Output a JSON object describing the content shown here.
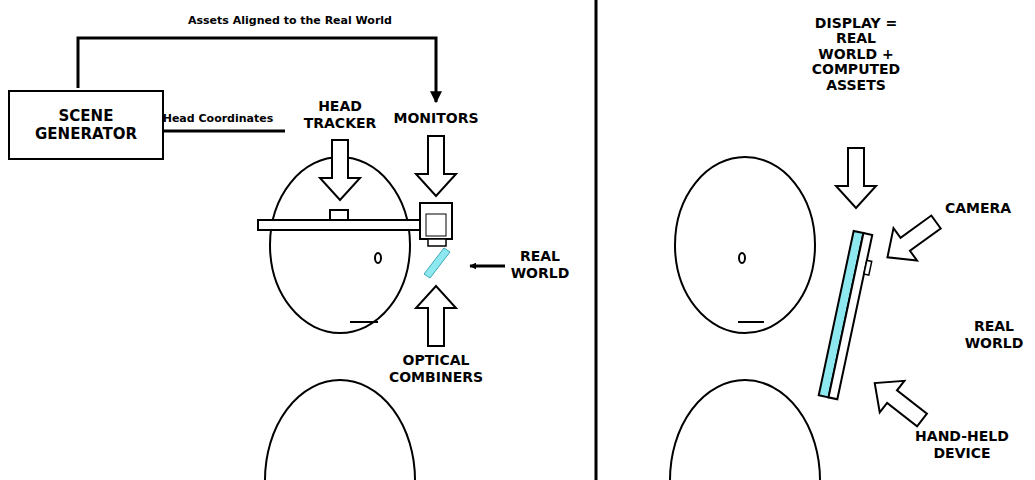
{
  "diagram": {
    "nodes": [
      {
        "text": [
          "SCENE GENERATOR"
        ]
      }
    ],
    "labels": [
      "Assets Aligned to the Real World",
      "Head Coordinates",
      "HEAD TRACKER",
      "MONITORS",
      "REAL WORLD",
      "OPTICAL COMBINERS",
      "DISPLAY = REAL WORLD + COMPUTED ASSETS",
      "CAMERA",
      "REAL WORLD",
      "HAND-HELD DEVICE"
    ]
  }
}
